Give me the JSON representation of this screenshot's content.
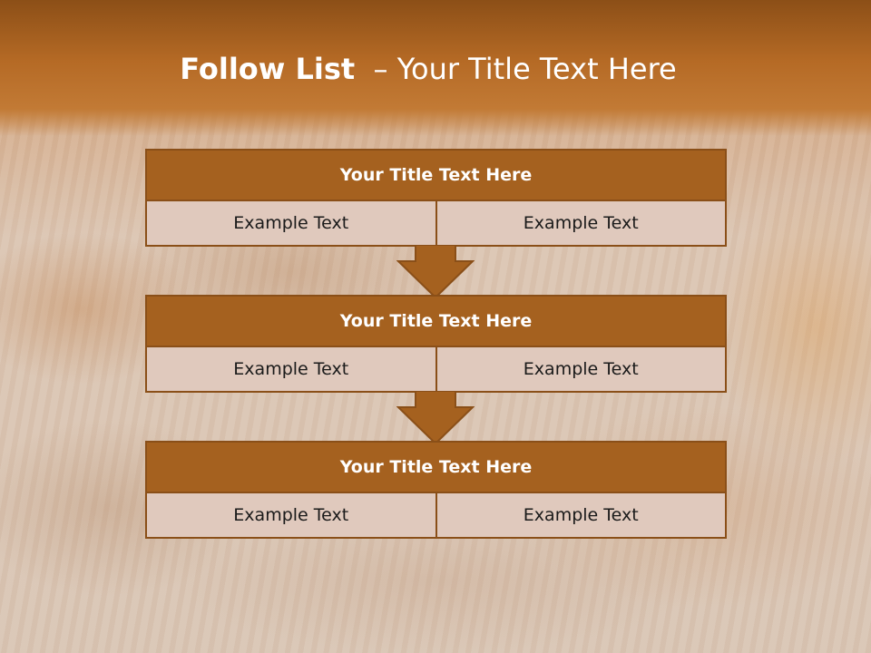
{
  "slide": {
    "title_bold": "Follow List",
    "title_rest": "  – Your Title Text Here"
  },
  "blocks": [
    {
      "title": "Your Title Text Here",
      "cells": [
        "Example Text",
        "Example Text"
      ]
    },
    {
      "title": "Your Title Text Here",
      "cells": [
        "Example Text",
        "Example Text"
      ]
    },
    {
      "title": "Your Title Text Here",
      "cells": [
        "Example Text",
        "Example Text"
      ]
    }
  ],
  "colors": {
    "header_band": "#b56a25",
    "block_title_fill": "#a5611f",
    "cell_fill": "#e0c9bd",
    "outline": "#8a4f18"
  }
}
